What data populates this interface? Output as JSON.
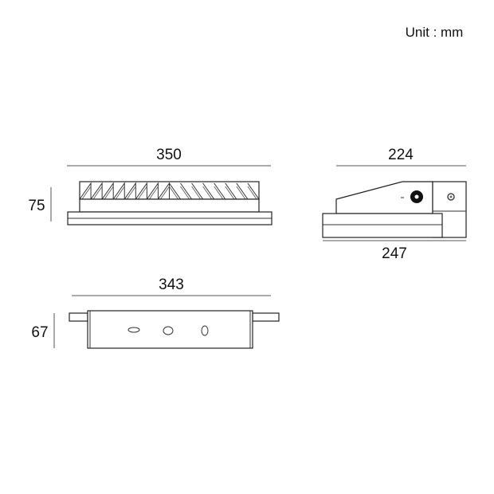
{
  "unit_label": "Unit : mm",
  "front_view": {
    "width_label": "350",
    "height_label": "75"
  },
  "side_view": {
    "top_width_label": "224",
    "bottom_width_label": "247"
  },
  "bottom_view": {
    "width_label": "343",
    "height_label": "67"
  }
}
